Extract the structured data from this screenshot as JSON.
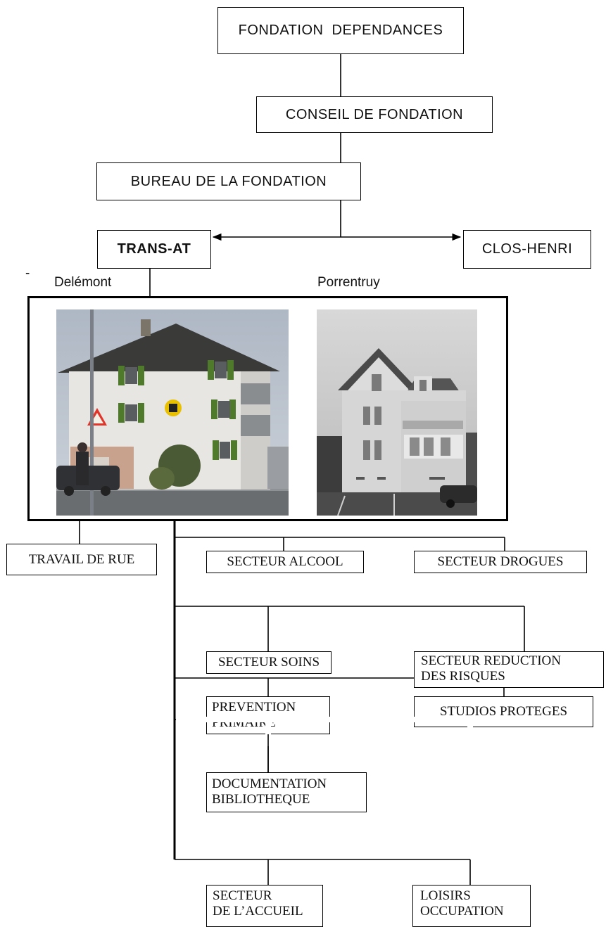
{
  "org": {
    "top": "FONDATION  DEPENDANCES",
    "council": "CONSEIL DE FONDATION",
    "bureau": "BUREAU DE LA FONDATION",
    "transat": "TRANS-AT",
    "closhenri": "CLOS-HENRI",
    "dash": "-"
  },
  "locations": {
    "delemont": "Delémont",
    "porrentruy": "Porrentruy"
  },
  "sectors": {
    "travail_rue": "TRAVAIL DE RUE",
    "alcool": "SECTEUR ALCOOL",
    "drogues": "SECTEUR DROGUES",
    "soins": "SECTEUR SOINS",
    "reduction": [
      "SECTEUR REDUCTION",
      "DES RISQUES"
    ],
    "prevention": [
      "PREVENTION",
      "PRIMAIRE"
    ],
    "studios": "STUDIOS PROTEGES",
    "documentation": [
      "DOCUMENTATION",
      "BIBLIOTHEQUE"
    ],
    "accueil": [
      "SECTEUR",
      "DE L’ACCUEIL"
    ],
    "loisirs": [
      "LOISIRS",
      "OCCUPATION"
    ]
  }
}
